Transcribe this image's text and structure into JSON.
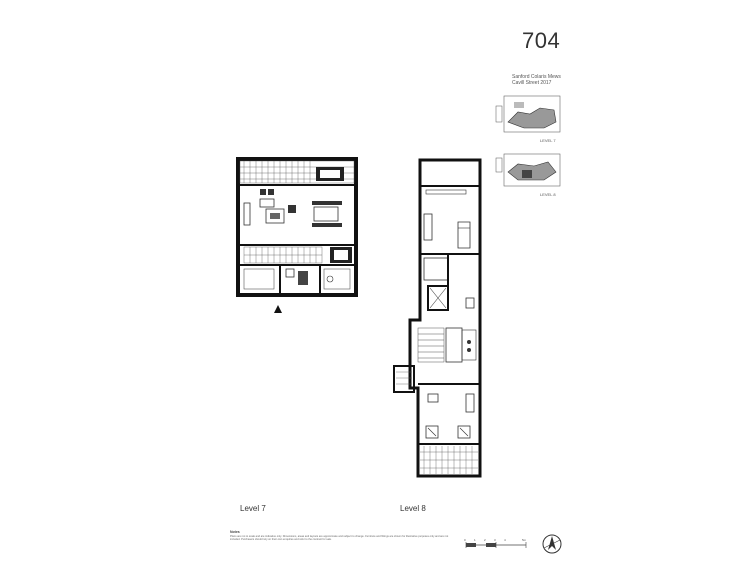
{
  "unit": {
    "number": "704"
  },
  "keyplan": {
    "lines": [
      "Sanford Colaris Mews",
      "Cavill Street 2017"
    ],
    "labels": [
      "LEVEL 7",
      "LEVEL 8"
    ]
  },
  "levels": {
    "level7": {
      "label": "Level 7"
    },
    "level8": {
      "label": "Level 8"
    }
  },
  "disclaimer": {
    "heading": "Notes",
    "text": "Plans are not to scale and are indicative only. Dimensions, areas and layouts are approximate and subject to change. Furniture and fittings are shown for illustrative purposes only and are not included. Purchasers should rely on their own enquiries and refer to the contract for sale."
  },
  "scale_bar": {
    "ticks": [
      "0",
      "1",
      "2",
      "3",
      "4",
      "5m"
    ]
  },
  "colors": {
    "ink": "#111111",
    "paper": "#ffffff",
    "grey": "#777777"
  },
  "icons": {
    "north": "north-arrow-icon",
    "entry": "entry-triangle-icon"
  }
}
